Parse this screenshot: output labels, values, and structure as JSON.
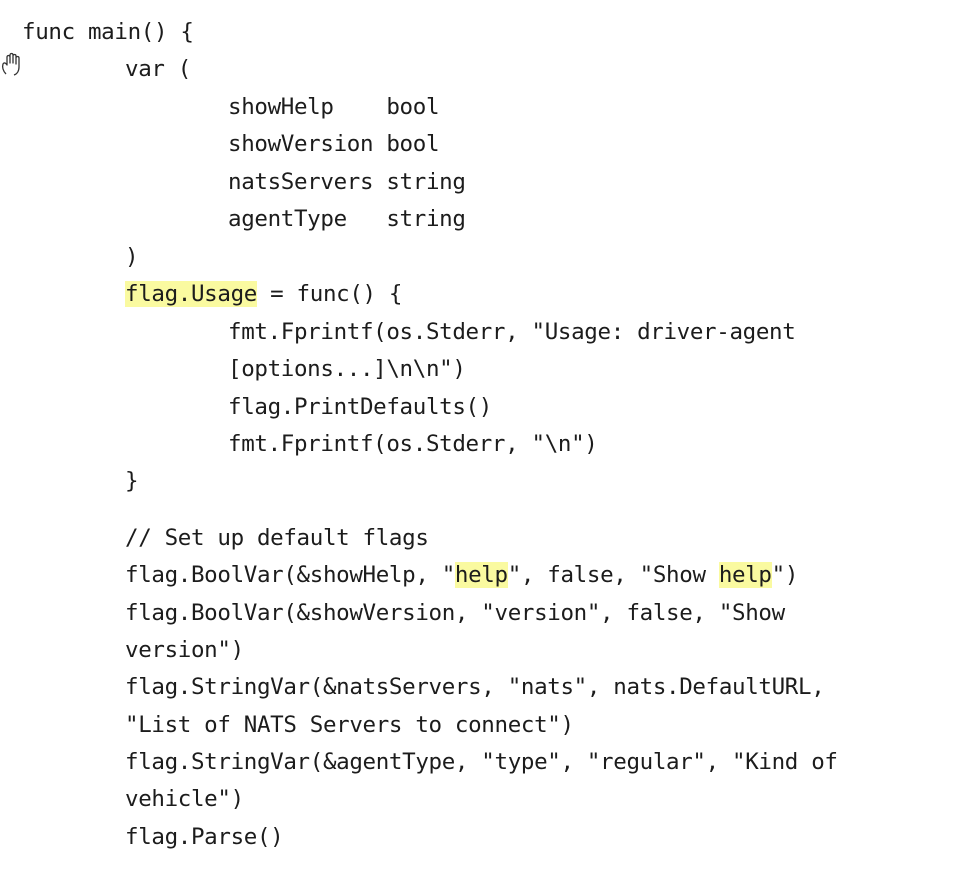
{
  "lines": [
    {
      "indent": "",
      "parts": [
        {
          "text": "func main() {",
          "hl": false
        }
      ]
    },
    {
      "indent": "        ",
      "parts": [
        {
          "text": "var (",
          "hl": false
        }
      ]
    },
    {
      "indent": "                ",
      "parts": [
        {
          "text": "showHelp    bool",
          "hl": false
        }
      ]
    },
    {
      "indent": "                ",
      "parts": [
        {
          "text": "showVersion bool",
          "hl": false
        }
      ]
    },
    {
      "indent": "                ",
      "parts": [
        {
          "text": "natsServers string",
          "hl": false
        }
      ]
    },
    {
      "indent": "                ",
      "parts": [
        {
          "text": "agentType   string",
          "hl": false
        }
      ]
    },
    {
      "indent": "        ",
      "parts": [
        {
          "text": ")",
          "hl": false
        }
      ]
    },
    {
      "indent": "        ",
      "parts": [
        {
          "text": "flag.Usage",
          "hl": true
        },
        {
          "text": " = func() {",
          "hl": false
        }
      ]
    },
    {
      "indent": "                ",
      "parts": [
        {
          "text": "fmt.Fprintf(os.Stderr, \"Usage: driver-agent",
          "hl": false
        }
      ]
    },
    {
      "indent": "                ",
      "parts": [
        {
          "text": "[options...]\\n\\n\")",
          "hl": false
        }
      ]
    },
    {
      "indent": "                ",
      "parts": [
        {
          "text": "flag.PrintDefaults()",
          "hl": false
        }
      ]
    },
    {
      "indent": "                ",
      "parts": [
        {
          "text": "fmt.Fprintf(os.Stderr, \"\\n\")",
          "hl": false
        }
      ]
    },
    {
      "indent": "        ",
      "parts": [
        {
          "text": "}",
          "hl": false
        }
      ]
    },
    {
      "indent": "        ",
      "parts": [
        {
          "text": "// Set up default flags",
          "hl": false
        }
      ]
    },
    {
      "indent": "        ",
      "parts": [
        {
          "text": "flag.BoolVar(&showHelp, \"",
          "hl": false
        },
        {
          "text": "help",
          "hl": true
        },
        {
          "text": "\", false, \"Show ",
          "hl": false
        },
        {
          "text": "help",
          "hl": true
        },
        {
          "text": "\")",
          "hl": false
        }
      ]
    },
    {
      "indent": "        ",
      "parts": [
        {
          "text": "flag.BoolVar(&showVersion, \"version\", false, \"Show",
          "hl": false
        }
      ]
    },
    {
      "indent": "        ",
      "parts": [
        {
          "text": "version\")",
          "hl": false
        }
      ]
    },
    {
      "indent": "        ",
      "parts": [
        {
          "text": "flag.StringVar(&natsServers, \"nats\", nats.DefaultURL,",
          "hl": false
        }
      ]
    },
    {
      "indent": "        ",
      "parts": [
        {
          "text": "\"List of NATS Servers to connect\")",
          "hl": false
        }
      ]
    },
    {
      "indent": "        ",
      "parts": [
        {
          "text": "flag.StringVar(&agentType, \"type\", \"regular\", \"Kind of",
          "hl": false
        }
      ]
    },
    {
      "indent": "        ",
      "parts": [
        {
          "text": "vehicle\")",
          "hl": false
        }
      ]
    },
    {
      "indent": "        ",
      "parts": [
        {
          "text": "flag.Parse()",
          "hl": false
        }
      ]
    }
  ],
  "cursor_icon": "hand-pointer-icon",
  "highlight_color": "#fafaa0"
}
